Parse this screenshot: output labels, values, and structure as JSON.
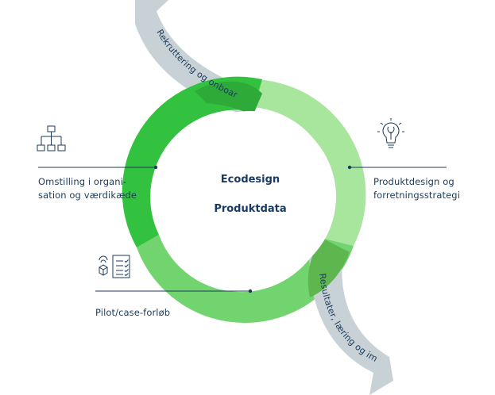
{
  "center": {
    "title": "Ecodesign",
    "subtitle": "Produktdata"
  },
  "arrows": {
    "top": "Rekruttering og onboarding",
    "bottom": "Resultater, læring og impact"
  },
  "labels": {
    "left_line1": "Omstilling i organi-",
    "left_line2": "sation og værdikæde",
    "right_line1": "Produktdesign og",
    "right_line2": "forretningsstrategi",
    "bottom_left": "Pilot/case-forløb"
  },
  "colors": {
    "dark_green": "#33c23f",
    "mid_green": "#72d46e",
    "light_green": "#a8e59d",
    "grey_arrow": "#c8d1d6",
    "navy": "#1c3a5a"
  },
  "icons": {
    "left": "org-chart-icon",
    "right": "lightbulb-leaf-icon",
    "bottom_left": "checklist-box-icon"
  }
}
